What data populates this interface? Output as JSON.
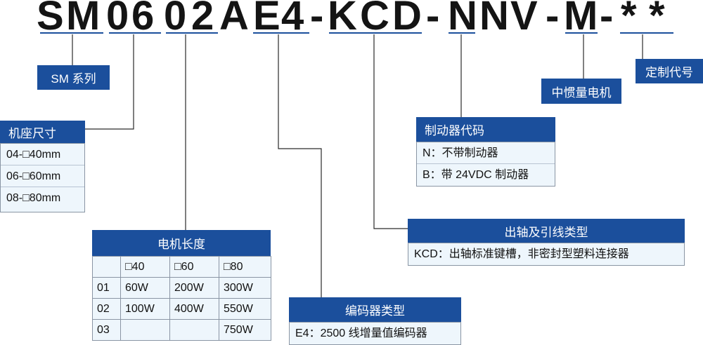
{
  "model_code": {
    "chars": [
      "S",
      "M",
      "0",
      "6",
      "0",
      "2",
      "A",
      "E",
      "4",
      "-",
      "K",
      "C",
      "D",
      "-",
      "N",
      "N",
      "V",
      "-",
      "M",
      "-",
      "*",
      "*"
    ]
  },
  "labels": {
    "series": "SM 系列",
    "custom": "定制代号",
    "inertia": "中惯量电机"
  },
  "frame_size": {
    "title": "机座尺寸",
    "rows": [
      "04-□40mm",
      "06-□60mm",
      "08-□80mm"
    ]
  },
  "brake": {
    "title": "制动器代码",
    "rows": [
      "N：不带制动器",
      "B：带 24VDC 制动器"
    ]
  },
  "shaft": {
    "title": "出轴及引线类型",
    "rows": [
      "KCD：出轴标准键槽，非密封型塑料连接器"
    ]
  },
  "motor_length": {
    "title": "电机长度",
    "header": [
      "",
      "□40",
      "□60",
      "□80"
    ],
    "rows": [
      [
        "01",
        "60W",
        "200W",
        "300W"
      ],
      [
        "02",
        "100W",
        "400W",
        "550W"
      ],
      [
        "03",
        "",
        "",
        "750W"
      ]
    ]
  },
  "encoder": {
    "title": "编码器类型",
    "rows": [
      "E4：2500 线增量值编码器"
    ]
  },
  "colors": {
    "accent": "#1b4f9c",
    "box_fill": "#eef6fc",
    "code_text": "#141414"
  }
}
